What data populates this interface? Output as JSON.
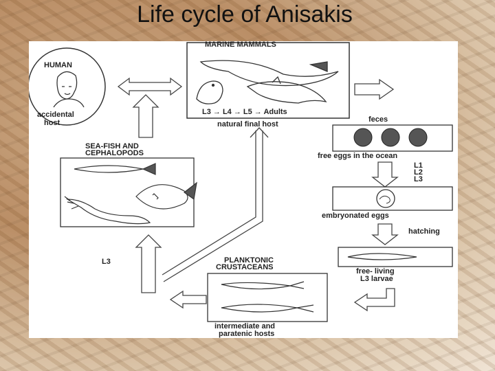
{
  "slide": {
    "title": "Life cycle of Anisakis"
  },
  "labels": {
    "human": "HUMAN",
    "accidental_1": "accidental",
    "accidental_2": "host",
    "marine_mammals": "MARINE MAMMALS",
    "stages": "L3 → L4 → L5 → Adults",
    "natural_final_host": "natural final host",
    "feces": "feces",
    "free_eggs": "free eggs in the ocean",
    "l1": "L1",
    "l2": "L2",
    "l3_stage": "L3",
    "embryonated_eggs": "embryonated eggs",
    "hatching": "hatching",
    "free_living_1": "free- living",
    "free_living_2": "L3 larvae",
    "sea_fish_1": "SEA-FISH AND",
    "sea_fish_2": "CEPHALOPODS",
    "l3_left": "L3",
    "planktonic_1": "PLANKTONIC",
    "planktonic_2": "CRUSTACEANS",
    "intermediate_1": "intermediate and",
    "intermediate_2": "paratenic hosts"
  }
}
